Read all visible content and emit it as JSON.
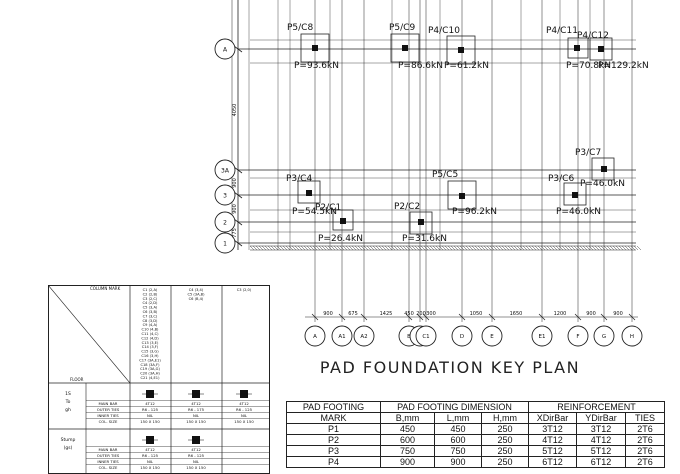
{
  "title": "PAD FOUNDATION KEY PLAN",
  "grid_rows": [
    "A",
    "3A",
    "3",
    "2",
    "1"
  ],
  "row_dims": [
    "4050",
    "900",
    "900",
    "775"
  ],
  "grid_cols": [
    "A",
    "A1",
    "A2",
    "B",
    "C",
    "C1",
    "D",
    "E",
    "E1",
    "F",
    "G",
    "H"
  ],
  "col_dims": [
    "900",
    "675",
    "1425",
    "450",
    "200",
    "300",
    "1050",
    "1650",
    "1200",
    "900",
    "900"
  ],
  "pads": [
    {
      "mark": "P5/C8",
      "load": "P=93.6kN"
    },
    {
      "mark": "P5/C9",
      "load": "P=86.6kN"
    },
    {
      "mark": "P4/C10",
      "load": "P=61.2kN"
    },
    {
      "mark": "P4/C11",
      "load": "P=70.8kN"
    },
    {
      "mark": "P4/C12",
      "load": "P=129.2kN"
    },
    {
      "mark": "P3/C7",
      "load": "P=46.0kN"
    },
    {
      "mark": "P3/C4",
      "load": "P=54.5kN"
    },
    {
      "mark": "P5/C5",
      "load": "P=96.2kN"
    },
    {
      "mark": "P3/C6",
      "load": "P=46.0kN"
    },
    {
      "mark": "P2/C1",
      "load": "P=26.4kN"
    },
    {
      "mark": "P2/C2",
      "load": "P=31.6kN"
    }
  ],
  "column_schedule": {
    "column_mark_label": "COLUMN MARK",
    "floor_label": "FLOOR",
    "col_groups": [
      [
        "C1 (2,A)",
        "C2 (2,B)",
        "C3 (2,C)",
        "C4 (2,D)",
        "C5 (3,A)",
        "C6 (3,B)",
        "C7 (3,C)",
        "C8 (3,D)",
        "C9 (4,A)",
        "C10 (4,B)",
        "C11 (4,C)",
        "C12 (4,D)",
        "C13 (3,E)",
        "C14 (3,F)",
        "C15 (3,G)",
        "C16 (3,H)",
        "C17 (3A,E1)",
        "C18 (3A,F)",
        "C19 (3A,G)",
        "C20 (3A,H)",
        "C21 (4,E1)"
      ],
      [
        "C4 (3,4)",
        "C5 (3A,B)",
        "C6 (B,4)"
      ],
      [
        "C3 (2,0)"
      ]
    ],
    "floors": [
      {
        "name": "1S",
        "sub": "To",
        "sub2": "gh",
        "rows": [
          {
            "label": "MAIN BAR",
            "values": [
              "4T12",
              "4T12",
              "4T12"
            ]
          },
          {
            "label": "OUTER TIES",
            "values": [
              "R6 - 125",
              "R6 - 175",
              "R6 - 125"
            ]
          },
          {
            "label": "INNER TIES",
            "values": [
              "NIL",
              "NIL",
              "NIL"
            ]
          },
          {
            "label": "COL. SIZE",
            "values": [
              "150 X 150",
              "150 X 150",
              "150 X 150"
            ]
          }
        ]
      },
      {
        "name": "Stump",
        "sub": "(gs)",
        "rows": [
          {
            "label": "MAIN BAR",
            "values": [
              "4T12",
              "4T12",
              ""
            ]
          },
          {
            "label": "OUTER TIES",
            "values": [
              "R6 - 125",
              "R6 - 125",
              ""
            ]
          },
          {
            "label": "INNER TIES",
            "values": [
              "NIL",
              "NIL",
              ""
            ]
          },
          {
            "label": "COL. SIZE",
            "values": [
              "150 X 150",
              "150 X 150",
              ""
            ]
          }
        ]
      }
    ]
  },
  "pad_table": {
    "group_headers": [
      "PAD FOOTING",
      "PAD FOOTING DIMENSION",
      "REINFORCEMENT"
    ],
    "col_headers": [
      "MARK",
      "B,mm",
      "L,mm",
      "H,mm",
      "XDirBar",
      "YDirBar",
      "TIES"
    ],
    "rows": [
      [
        "P1",
        "450",
        "450",
        "250",
        "3T12",
        "3T12",
        "2T6"
      ],
      [
        "P2",
        "600",
        "600",
        "250",
        "4T12",
        "4T12",
        "2T6"
      ],
      [
        "P3",
        "750",
        "750",
        "250",
        "5T12",
        "5T12",
        "2T6"
      ],
      [
        "P4",
        "900",
        "900",
        "250",
        "6T12",
        "6T12",
        "2T6"
      ]
    ]
  }
}
